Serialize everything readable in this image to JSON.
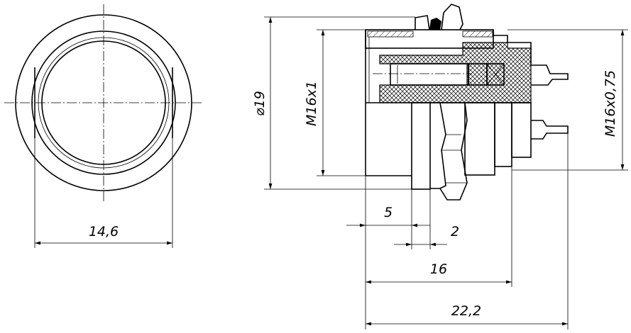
{
  "drawing": {
    "front_view": {
      "width_label": "14,6"
    },
    "side_view": {
      "diameter_label": "⌀19",
      "thread_left_label": "M16x1",
      "thread_right_label": "M16x0,75",
      "dim_5": "5",
      "dim_2": "2",
      "dim_16": "16",
      "dim_22": "22,2"
    }
  }
}
